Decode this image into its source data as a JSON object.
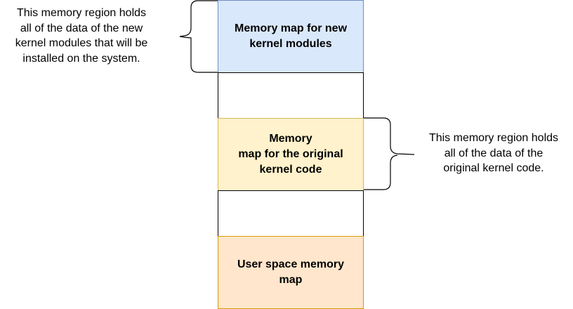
{
  "blocks": {
    "kernel_modules": "Memory map for new\nkernel modules",
    "original_kernel": "Memory\nmap for the original\nkernel code",
    "user_space": "User space memory\nmap"
  },
  "notes": {
    "left": "This memory region holds\nall of the data of the new\nkernel modules that will be\ninstalled on the system.",
    "right": "This memory region holds\nall of the data of the\noriginal kernel code."
  },
  "colors": {
    "kernel_modules_fill": "#dae8fc",
    "kernel_modules_border": "#6c8ebf",
    "original_kernel_fill": "#fff2cc",
    "original_kernel_border": "#d6b656",
    "user_space_fill": "#ffe6cc",
    "user_space_border": "#d79b00"
  }
}
